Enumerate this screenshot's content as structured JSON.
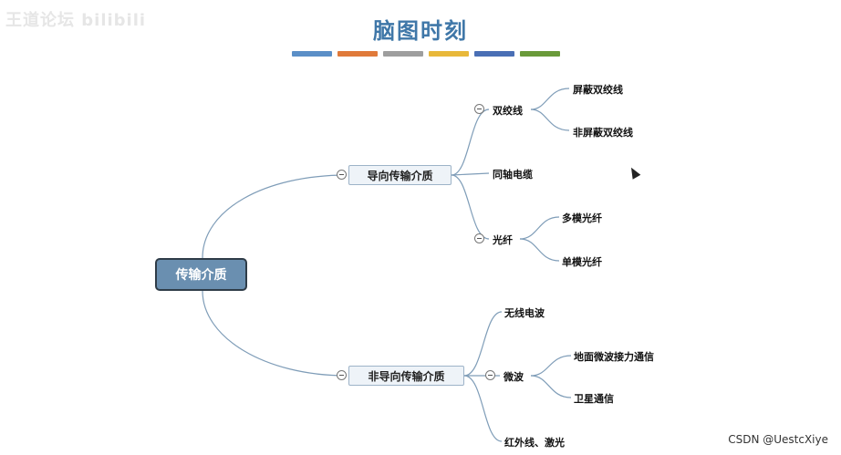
{
  "watermark": "王道论坛 bilibili",
  "title": "脑图时刻",
  "color_bar": [
    "#5b8fc7",
    "#e07a3a",
    "#9e9e9e",
    "#e8b83a",
    "#4a6fb5",
    "#6a9a3a"
  ],
  "root": {
    "label": "传输介质"
  },
  "guided": {
    "label": "导向传输介质",
    "twisted_pair": {
      "label": "双绞线",
      "children": [
        "屏蔽双绞线",
        "非屏蔽双绞线"
      ]
    },
    "coax": {
      "label": "同轴电缆"
    },
    "fiber": {
      "label": "光纤",
      "children": [
        "多模光纤",
        "单模光纤"
      ]
    }
  },
  "unguided": {
    "label": "非导向传输介质",
    "radio": {
      "label": "无线电波"
    },
    "microwave": {
      "label": "微波",
      "children": [
        "地面微波接力通信",
        "卫星通信"
      ]
    },
    "infrared": {
      "label": "红外线、激光"
    }
  },
  "footer": "CSDN @UestcXiye"
}
